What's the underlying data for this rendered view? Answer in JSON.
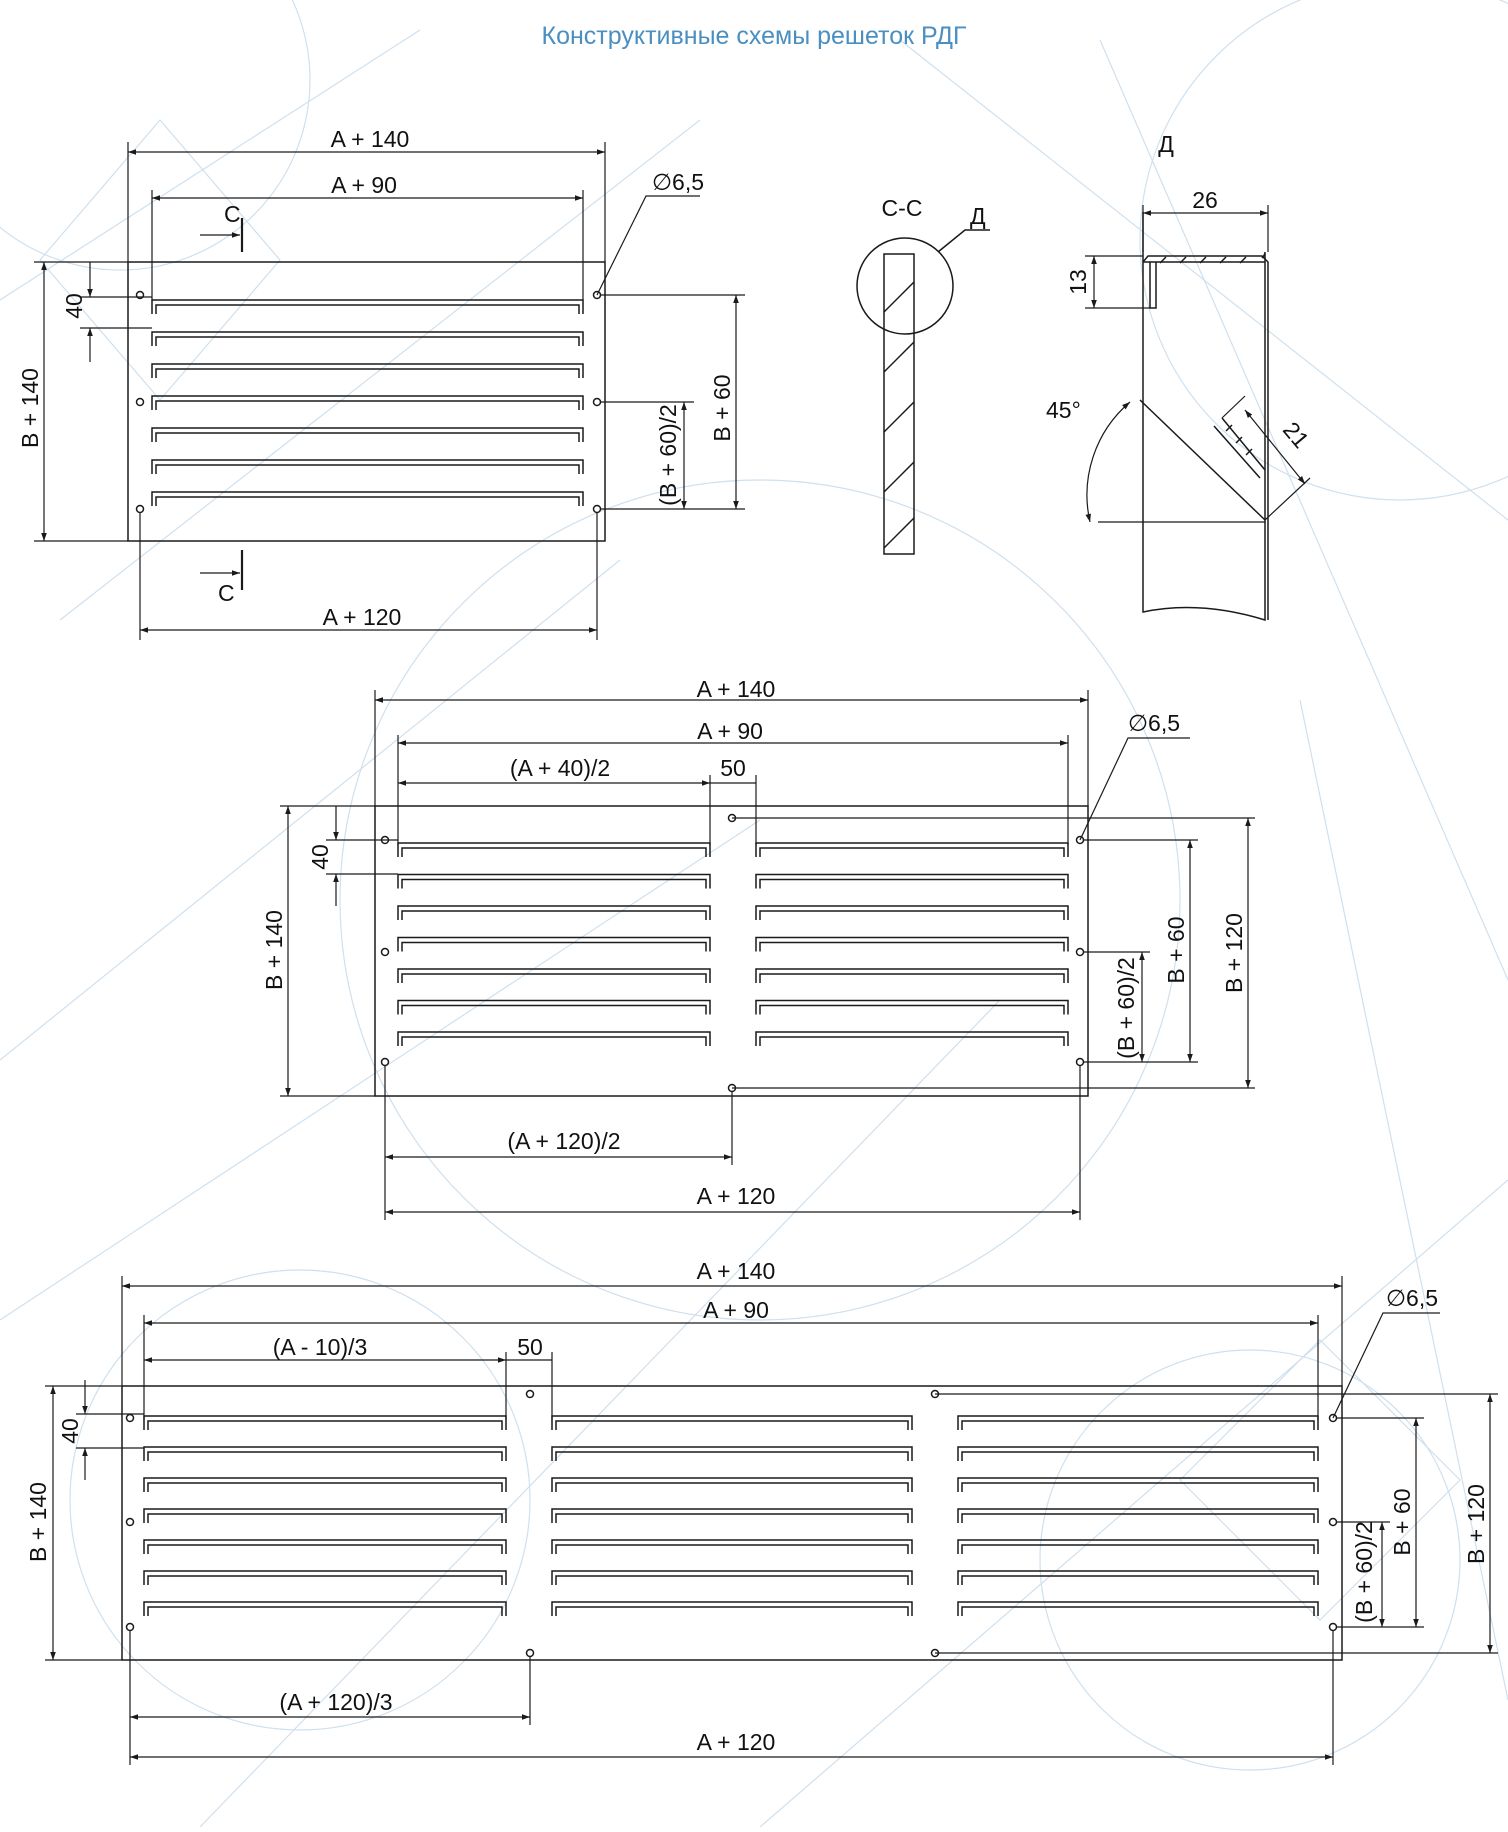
{
  "title": "Конструктивные схемы решеток РДГ",
  "colors": {
    "title": "#4a8fc0",
    "line": "#1a1a1a",
    "watermark": "#cfe0ee"
  },
  "drawing_1": {
    "dim_a140": "A + 140",
    "dim_a90": "A + 90",
    "dim_a120": "A + 120",
    "dim_b140": "B + 140",
    "dim_b60": "B + 60",
    "dim_b60_half": "(B + 60)/2",
    "dim_40": "40",
    "hole": "∅6,5",
    "section_mark_top": "C",
    "section_mark_bottom": "C"
  },
  "section_cc": {
    "label": "C-C",
    "callout": "Д"
  },
  "detail_d": {
    "label": "Д",
    "dim_26": "26",
    "dim_13": "13",
    "dim_21": "21",
    "angle": "45°"
  },
  "drawing_2": {
    "dim_a140": "A + 140",
    "dim_a90": "A + 90",
    "dim_half": "(A + 40)/2",
    "dim_50": "50",
    "dim_40": "40",
    "hole": "∅6,5",
    "dim_b140": "B + 140",
    "dim_b60": "B + 60",
    "dim_b60_half": "(B + 60)/2",
    "dim_b120": "B + 120",
    "dim_a120_half": "(A + 120)/2",
    "dim_a120": "A + 120"
  },
  "drawing_3": {
    "dim_a140": "A + 140",
    "dim_a90": "A + 90",
    "dim_third": "(A - 10)/3",
    "dim_50": "50",
    "dim_40": "40",
    "hole": "∅6,5",
    "dim_b140": "B + 140",
    "dim_b60": "B + 60",
    "dim_b60_half": "(B + 60)/2",
    "dim_b120": "B + 120",
    "dim_a120_third": "(A + 120)/3",
    "dim_a120": "A + 120"
  }
}
